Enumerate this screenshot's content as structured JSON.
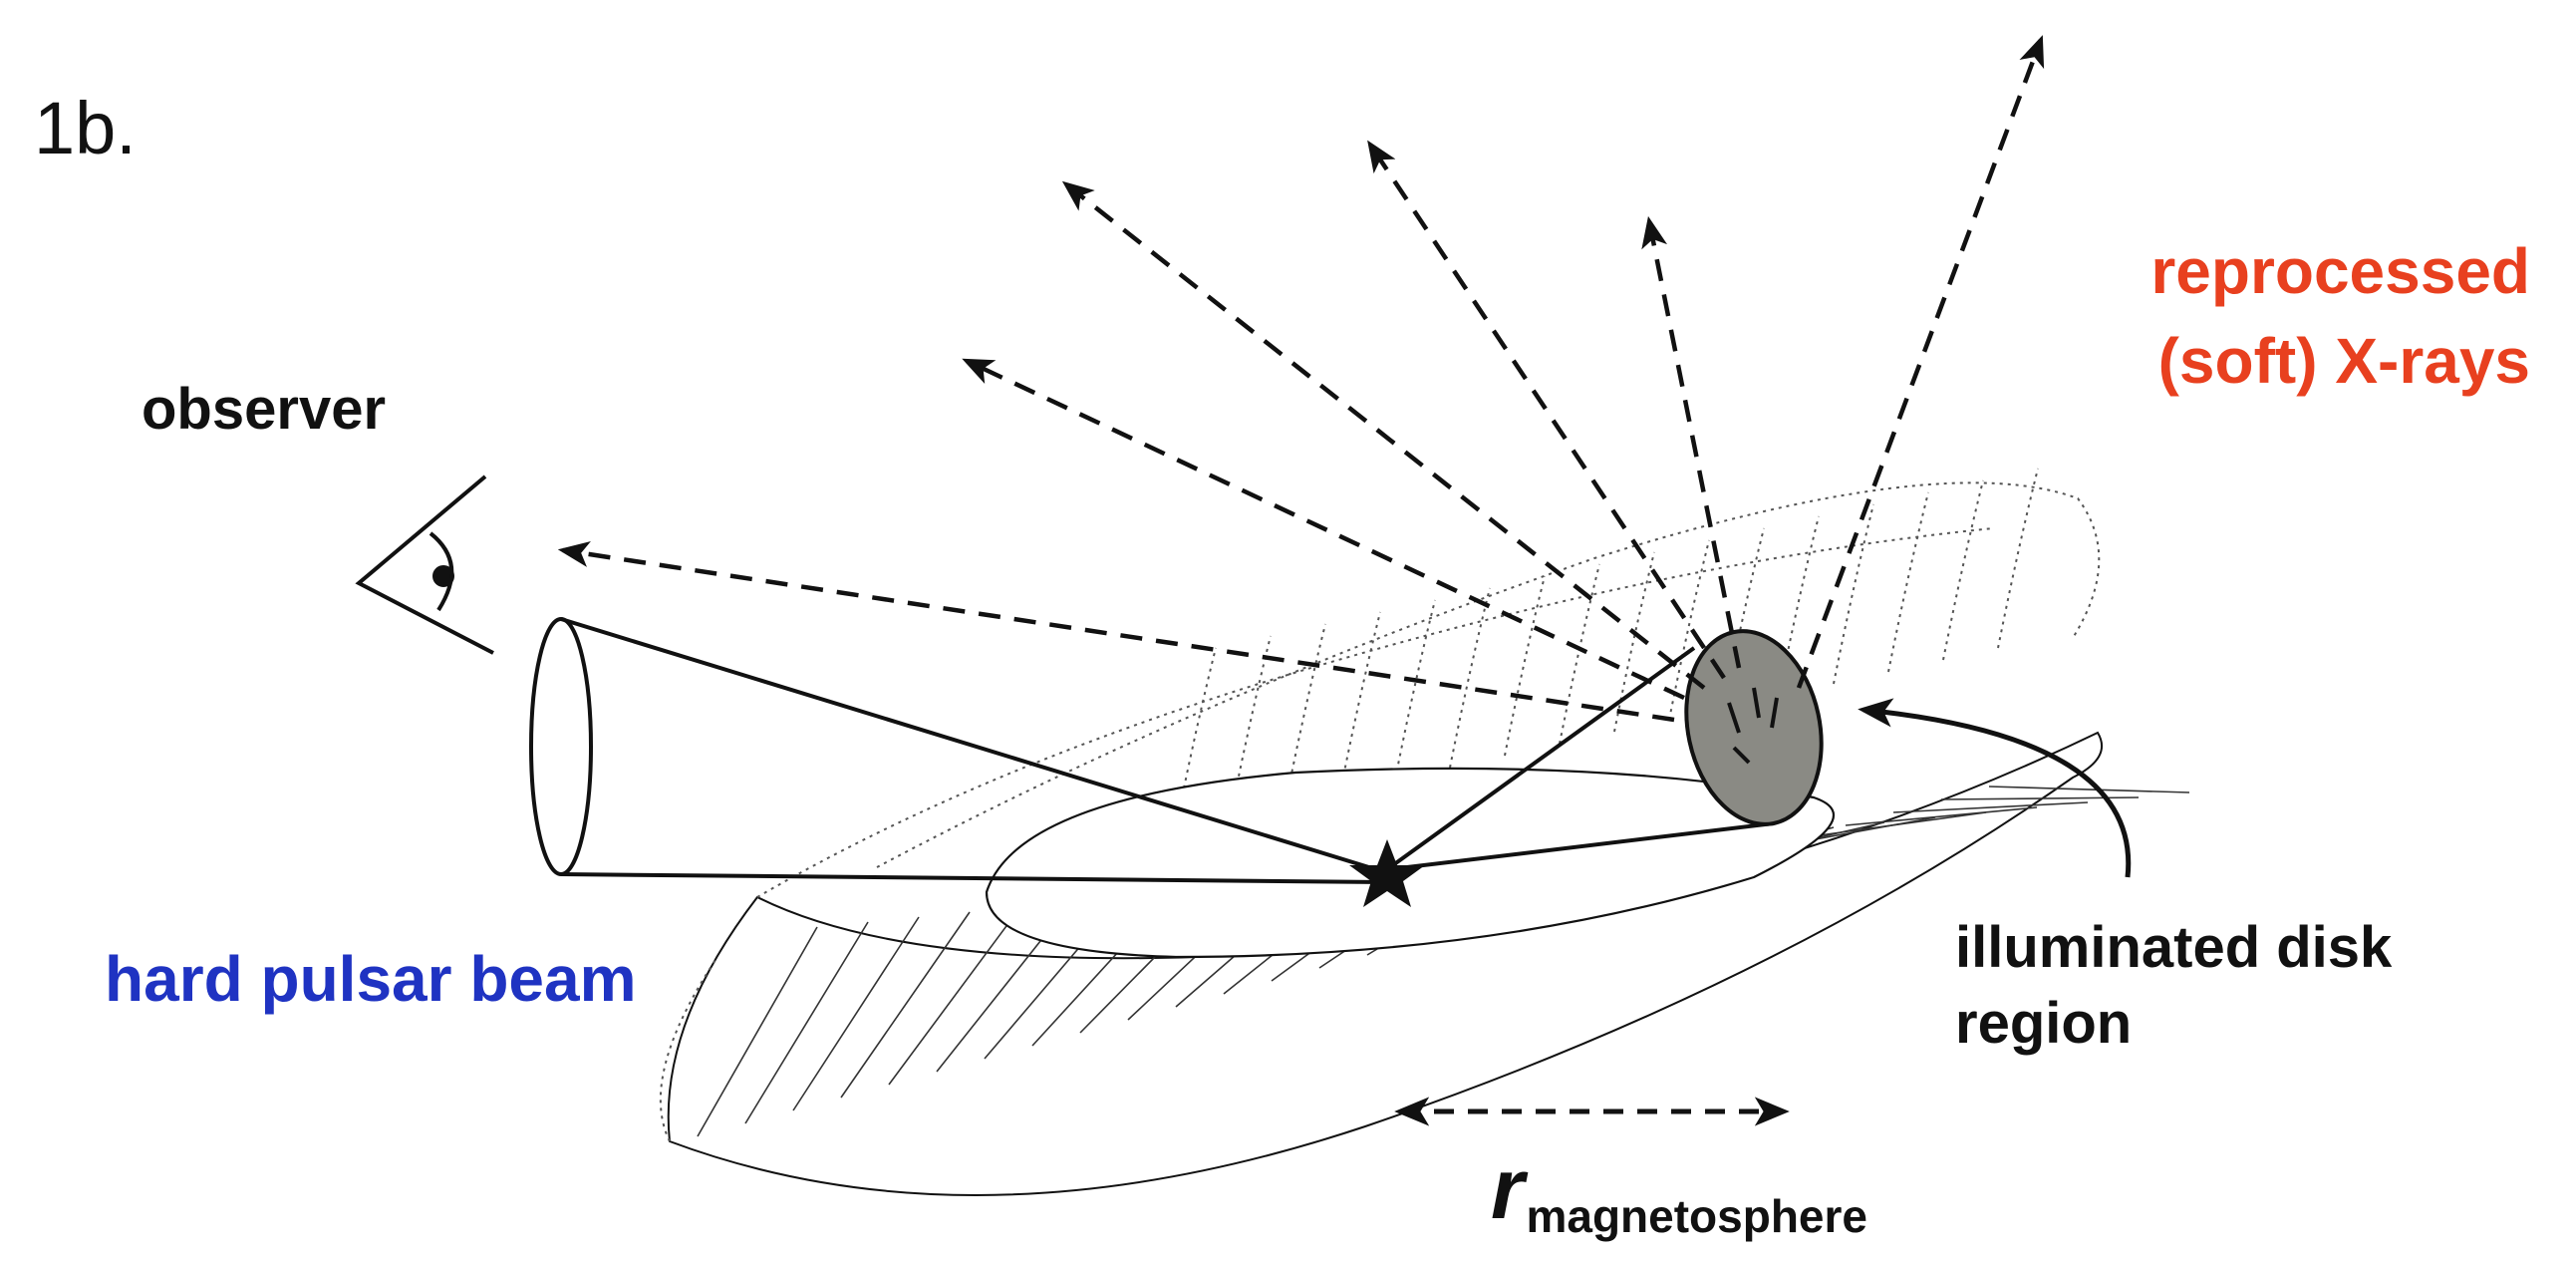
{
  "panel_label": "1b.",
  "labels": {
    "observer": "observer",
    "reprocessed_line1": "reprocessed",
    "reprocessed_line2": "(soft) X-rays",
    "beam": "hard pulsar beam",
    "disk_line1": "illuminated disk",
    "disk_line2": "region",
    "r_symbol": "r",
    "r_subscript": "magnetosphere"
  },
  "colors": {
    "reprocessed_text": "#e8401f",
    "beam_text": "#1f33c2",
    "illuminated_region_fill": "#8a8a84",
    "line": "#111111"
  },
  "icons": {
    "observer": "eye-icon",
    "pulsar": "star-icon"
  }
}
